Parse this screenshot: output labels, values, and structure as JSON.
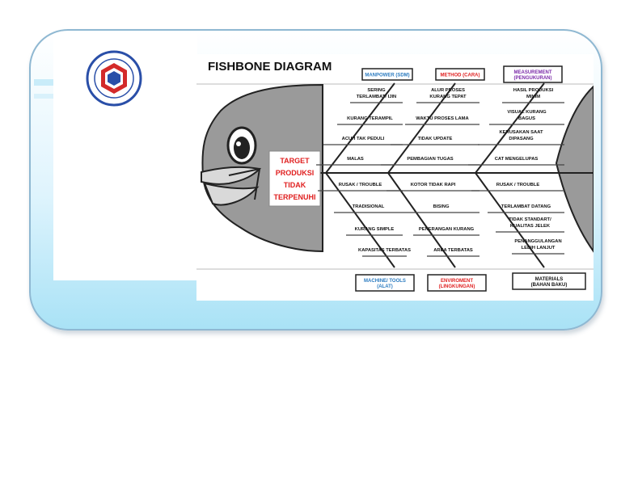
{
  "title": "FISHBONE DIAGRAM",
  "head": [
    "TARGET",
    "PRODUKSI",
    "TIDAK",
    "TERPENUHI"
  ],
  "colors": {
    "accent_blue": "#2b7bc0",
    "accent_red": "#e02020",
    "accent_purple": "#7b2aa8",
    "fish_gray": "#9a9a9a",
    "panel_bg": "#dff4fd"
  },
  "categories": [
    {
      "text": [
        "MANPOWER (SDM)"
      ],
      "color": "#2b7bc0"
    },
    {
      "text": [
        "METHOD (CARA)"
      ],
      "color": "#e02020"
    },
    {
      "text": [
        "MEASUREMENT",
        "(PENGUKURAN)"
      ],
      "color": "#7b2aa8"
    },
    {
      "text": [
        "MACHINE/ TOOLS",
        "(ALAT)"
      ],
      "color": "#2b7bc0"
    },
    {
      "text": [
        "ENVIROMENT",
        "(LINGKUNGAN)"
      ],
      "color": "#e02020"
    },
    {
      "text": [
        "MATERIALS",
        "(BAHAN BAKU)"
      ],
      "color": "#111111"
    }
  ],
  "causes": {
    "manpower": [
      [
        "SERING",
        "TERLAMBAT/ IJIN"
      ],
      [
        "KURANG TERAMPIL"
      ],
      [
        "ACUH TAK PEDULI"
      ],
      [
        "MALAS"
      ]
    ],
    "method": [
      [
        "ALUR PROSES",
        "KURANG TEPAT"
      ],
      [
        "WAKTU PROSES LAMA"
      ],
      [
        "TIDAK UPDATE"
      ],
      [
        "PEMBAGIAN TUGAS"
      ]
    ],
    "measurement": [
      [
        "HASIL PRODUKSI",
        "MINIM"
      ],
      [
        "VISUAL KURANG",
        "BAGUS"
      ],
      [
        "KERUSAKAN SAAT",
        "DIPASANG"
      ],
      [
        "CAT MENGELUPAS"
      ]
    ],
    "machine": [
      [
        "RUSAK / TROUBLE"
      ],
      [
        "TRADISIONAL"
      ],
      [
        "KURANG SIMPLE"
      ],
      [
        "KAPASITAS TERBATAS"
      ]
    ],
    "environment": [
      [
        "KOTOR TIDAK RAPI"
      ],
      [
        "BISING"
      ],
      [
        "PENERANGAN KURANG"
      ],
      [
        "AREA TERBATAS"
      ]
    ],
    "materials": [
      [
        "RUSAK / TROUBLE"
      ],
      [
        "TERLAMBAT DATANG"
      ],
      [
        "TIDAK STANDART/",
        "KUALITAS JELEK"
      ],
      [
        "PENANGGULANGAN",
        "LEBIH LANJUT"
      ]
    ]
  }
}
